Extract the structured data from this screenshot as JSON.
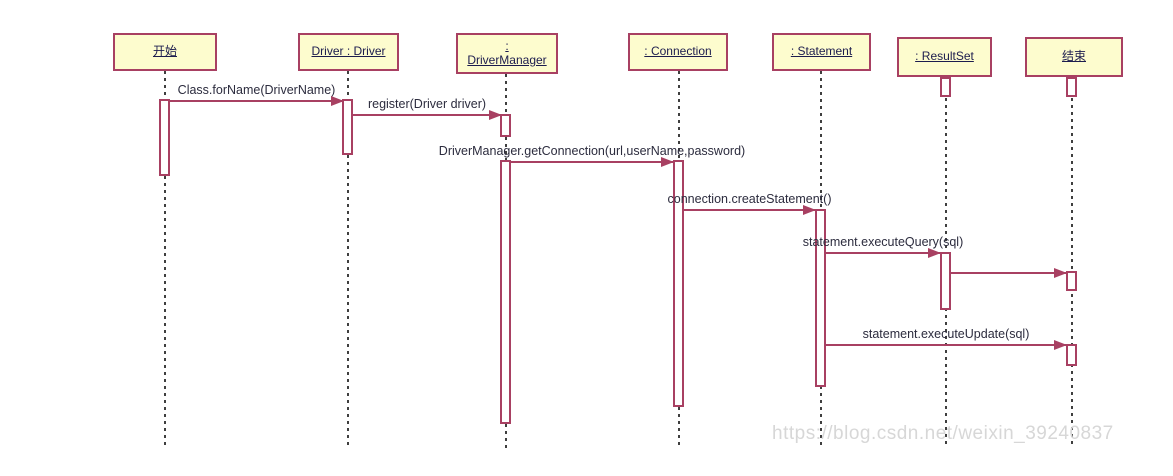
{
  "diagram_type": "uml-sequence",
  "participants": [
    {
      "id": "start",
      "label": "开始"
    },
    {
      "id": "driver",
      "label": "Driver : Driver"
    },
    {
      "id": "drivermanager",
      "label_line1": ":",
      "label_line2": "DriverManager"
    },
    {
      "id": "connection",
      "label": ": Connection"
    },
    {
      "id": "statement",
      "label": ": Statement"
    },
    {
      "id": "resultset",
      "label": ": ResultSet"
    },
    {
      "id": "end",
      "label": "结束"
    }
  ],
  "messages": [
    {
      "from": "start",
      "to": "driver",
      "label": "Class.forName(DriverName)"
    },
    {
      "from": "driver",
      "to": "drivermanager",
      "label": "register(Driver driver)"
    },
    {
      "from": "drivermanager",
      "to": "connection",
      "label": "DriverManager.getConnection(url,userName,password)"
    },
    {
      "from": "connection",
      "to": "statement",
      "label": "connection.createStatement()"
    },
    {
      "from": "statement",
      "to": "resultset",
      "label": "statement.executeQuery(sql)"
    },
    {
      "from": "resultset",
      "to": "end",
      "label": ""
    },
    {
      "from": "statement",
      "to": "end",
      "label": "statement.executeUpdate(sql)"
    }
  ],
  "watermark": "https://blog.csdn.net/weixin_39240837",
  "colors": {
    "box_fill": "#fdfcce",
    "box_border": "#a84062",
    "arrow_line": "#a84062",
    "participant_text": "#1c1c4e",
    "message_text": "#2c2c3e",
    "lifeline": "#3f3f3f",
    "watermark_text": "#d7d7d7"
  }
}
